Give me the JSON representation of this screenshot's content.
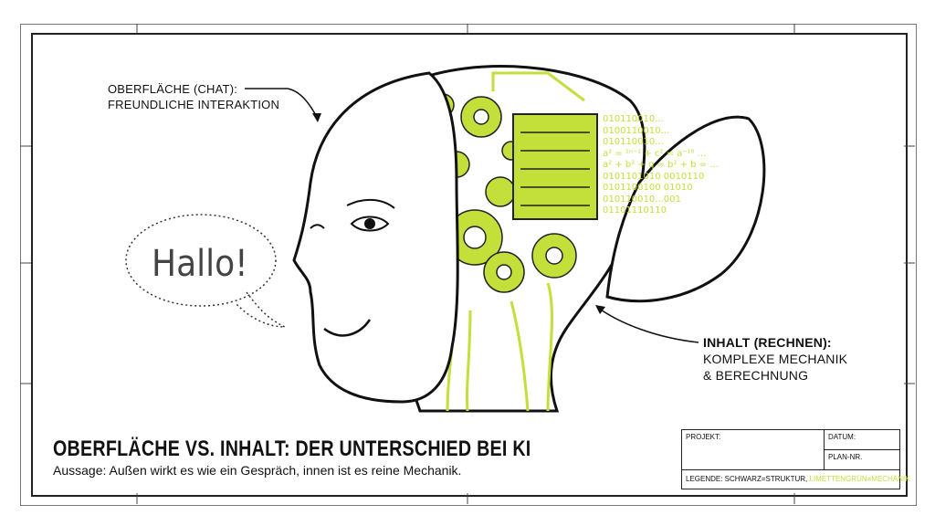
{
  "title": "OBERFLÄCHE VS. INHALT: DER UNTERSCHIED BEI KI",
  "subtitle": "Aussage: Außen wirkt es wie ein Gespräch, innen ist es reine Mechanik.",
  "speech_bubble": "Hallo!",
  "annotation_surface": {
    "heading": "OBERFLÄCHE (CHAT):",
    "text": "FREUNDLICHE INTERAKTION"
  },
  "annotation_content": {
    "heading": "INHALT (RECHNEN):",
    "line1": "KOMPLEXE MECHANIK",
    "line2": "& BERECHNUNG"
  },
  "code_lines": [
    "010110010...",
    "0100110010...",
    "010110010...",
    "a² = ¹ⁿ⁻¹ + c² = a⁻¹⁰ ...",
    "a² + b² + q = b² + b = ...",
    "0101101010 0010110",
    "0101100100 01010",
    "010110010...001",
    "01101110110"
  ],
  "title_block": {
    "project_label": "PROJEKT:",
    "date_label": "DATUM:",
    "plan_label": "PLAN-NR.",
    "legend_black": "LEGENDE: SCHWARZ=STRUKTUR,",
    "legend_lime": "LIMETTENGRÜN=MECHANIK"
  },
  "colors": {
    "structure": "#111111",
    "mechanics": "#c3df3a"
  }
}
